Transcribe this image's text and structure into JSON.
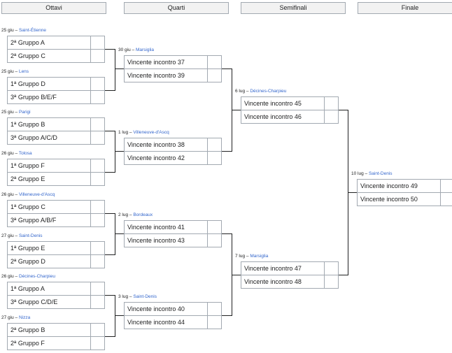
{
  "headers": [
    "Ottavi",
    "Quarti",
    "Semifinali",
    "Finale"
  ],
  "round_of_16": [
    {
      "date": "25 giu",
      "venue": "Saint-Étienne",
      "team1": "2ª Gruppo A",
      "team2": "2ª Gruppo C"
    },
    {
      "date": "25 giu",
      "venue": "Lens",
      "team1": "1ª Gruppo D",
      "team2": "3ª Gruppo B/E/F"
    },
    {
      "date": "25 giu",
      "venue": "Parigi",
      "team1": "1ª Gruppo B",
      "team2": "3ª Gruppo A/C/D"
    },
    {
      "date": "26 giu",
      "venue": "Tolosa",
      "team1": "1ª Gruppo F",
      "team2": "2ª Gruppo E"
    },
    {
      "date": "26 giu",
      "venue": "Villeneuve-d'Ascq",
      "team1": "1ª Gruppo C",
      "team2": "3ª Gruppo A/B/F"
    },
    {
      "date": "27 giu",
      "venue": "Saint-Denis",
      "team1": "1ª Gruppo E",
      "team2": "2ª Gruppo D"
    },
    {
      "date": "26 giu",
      "venue": "Décines-Charpieu",
      "team1": "1ª Gruppo A",
      "team2": "3ª Gruppo C/D/E"
    },
    {
      "date": "27 giu",
      "venue": "Nizza",
      "team1": "2ª Gruppo B",
      "team2": "2ª Gruppo F"
    }
  ],
  "quarter_finals": [
    {
      "date": "30 giu",
      "venue": "Marsiglia",
      "team1": "Vincente incontro 37",
      "team2": "Vincente incontro 39"
    },
    {
      "date": "1 lug",
      "venue": "Villeneuve-d'Ascq",
      "team1": "Vincente incontro 38",
      "team2": "Vincente incontro 42"
    },
    {
      "date": "2 lug",
      "venue": "Bordeaux",
      "team1": "Vincente incontro 41",
      "team2": "Vincente incontro 43"
    },
    {
      "date": "3 lug",
      "venue": "Saint-Denis",
      "team1": "Vincente incontro 40",
      "team2": "Vincente incontro 44"
    }
  ],
  "semi_finals": [
    {
      "date": "6 lug",
      "venue": "Décines-Charpieu",
      "team1": "Vincente incontro 45",
      "team2": "Vincente incontro 46"
    },
    {
      "date": "7 lug",
      "venue": "Marsiglia",
      "team1": "Vincente incontro 47",
      "team2": "Vincente incontro 48"
    }
  ],
  "final": [
    {
      "date": "10 lug",
      "venue": "Saint-Denis",
      "team1": "Vincente incontro 49",
      "team2": "Vincente incontro 50"
    }
  ],
  "date_separator": " – "
}
